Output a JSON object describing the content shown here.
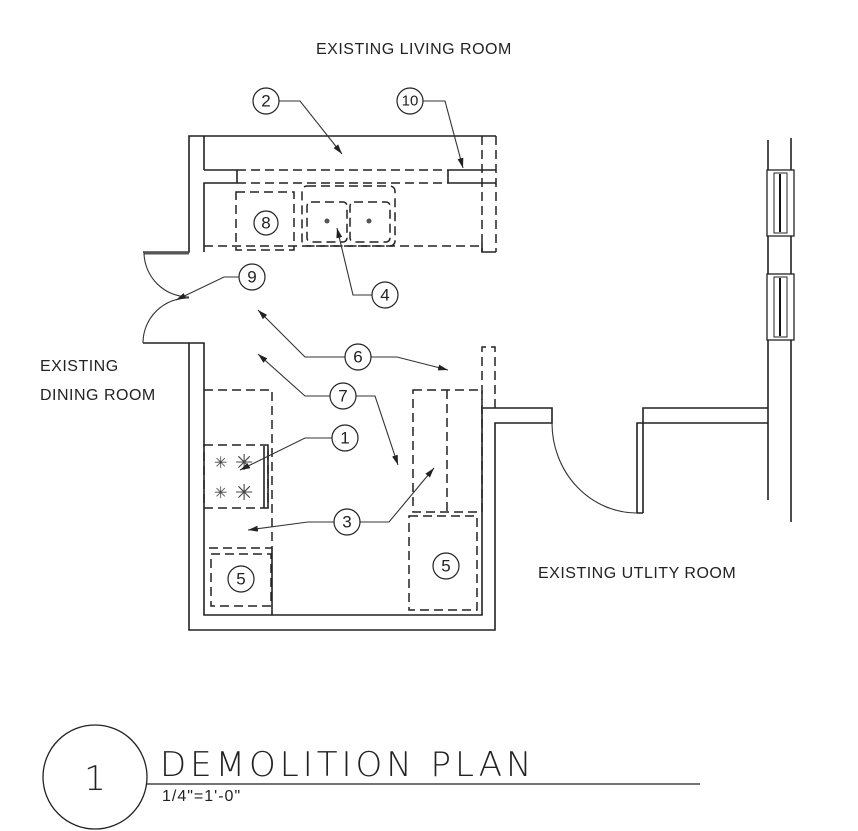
{
  "labels": {
    "living_room": "EXISTING LIVING ROOM",
    "dining_room_line1": "EXISTING",
    "dining_room_line2": "DINING ROOM",
    "utility_room": "EXISTING UTLITY ROOM"
  },
  "callouts": {
    "c1": "1",
    "c2": "2",
    "c3": "3",
    "c4": "4",
    "c5a": "5",
    "c5b": "5",
    "c6": "6",
    "c7": "7",
    "c8": "8",
    "c9": "9",
    "c10": "10"
  },
  "title_block": {
    "number": "1",
    "title": "DEMOLITION PLAN",
    "scale": "1/4\"=1'-0\""
  }
}
